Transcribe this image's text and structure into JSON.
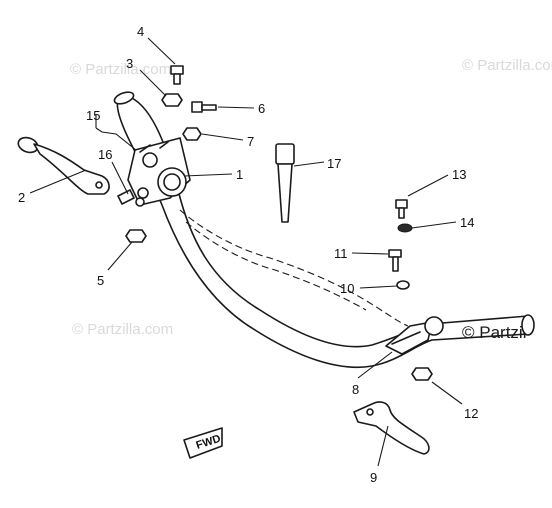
{
  "watermarks": {
    "top_left": "© Partzilla.com",
    "top_right": "© Partzilla.com",
    "mid_left": "© Partzilla.com",
    "mid_right": "© Partzil"
  },
  "callouts": {
    "c1": "1",
    "c2": "2",
    "c3": "3",
    "c4": "4",
    "c5": "5",
    "c6": "6",
    "c7": "7",
    "c8": "8",
    "c9": "9",
    "c10": "10",
    "c11": "11",
    "c12": "12",
    "c13": "13",
    "c14": "14",
    "c15": "15",
    "c16": "16",
    "c17": "17"
  },
  "fwd_stamp": "FWD"
}
